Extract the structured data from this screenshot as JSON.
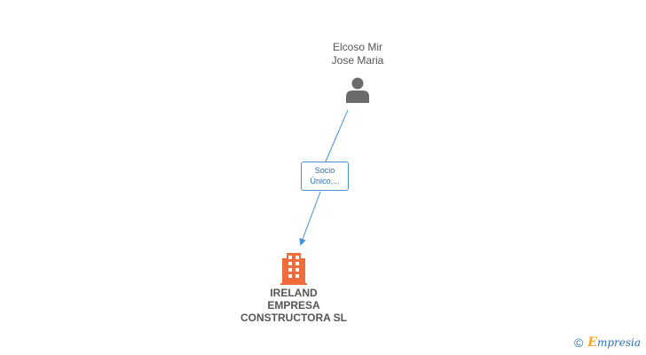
{
  "person": {
    "name_line1": "Elcoso Mir",
    "name_line2": "Jose Maria",
    "icon": "person-icon"
  },
  "relation": {
    "label_line1": "Socio",
    "label_line2": "Único,..."
  },
  "company": {
    "name_line1": "IRELAND",
    "name_line2": "EMPRESA",
    "name_line3": "CONSTRUCTORA SL",
    "icon": "building-icon"
  },
  "watermark": {
    "symbol": "©",
    "brand_first": "E",
    "brand_rest": "mpresia"
  },
  "colors": {
    "edge": "#4a90d9",
    "person_icon": "#6b6b6b",
    "company_icon": "#f26b3a",
    "text": "#555555",
    "brand_blue": "#2f6fb3",
    "brand_orange": "#f5a623"
  }
}
